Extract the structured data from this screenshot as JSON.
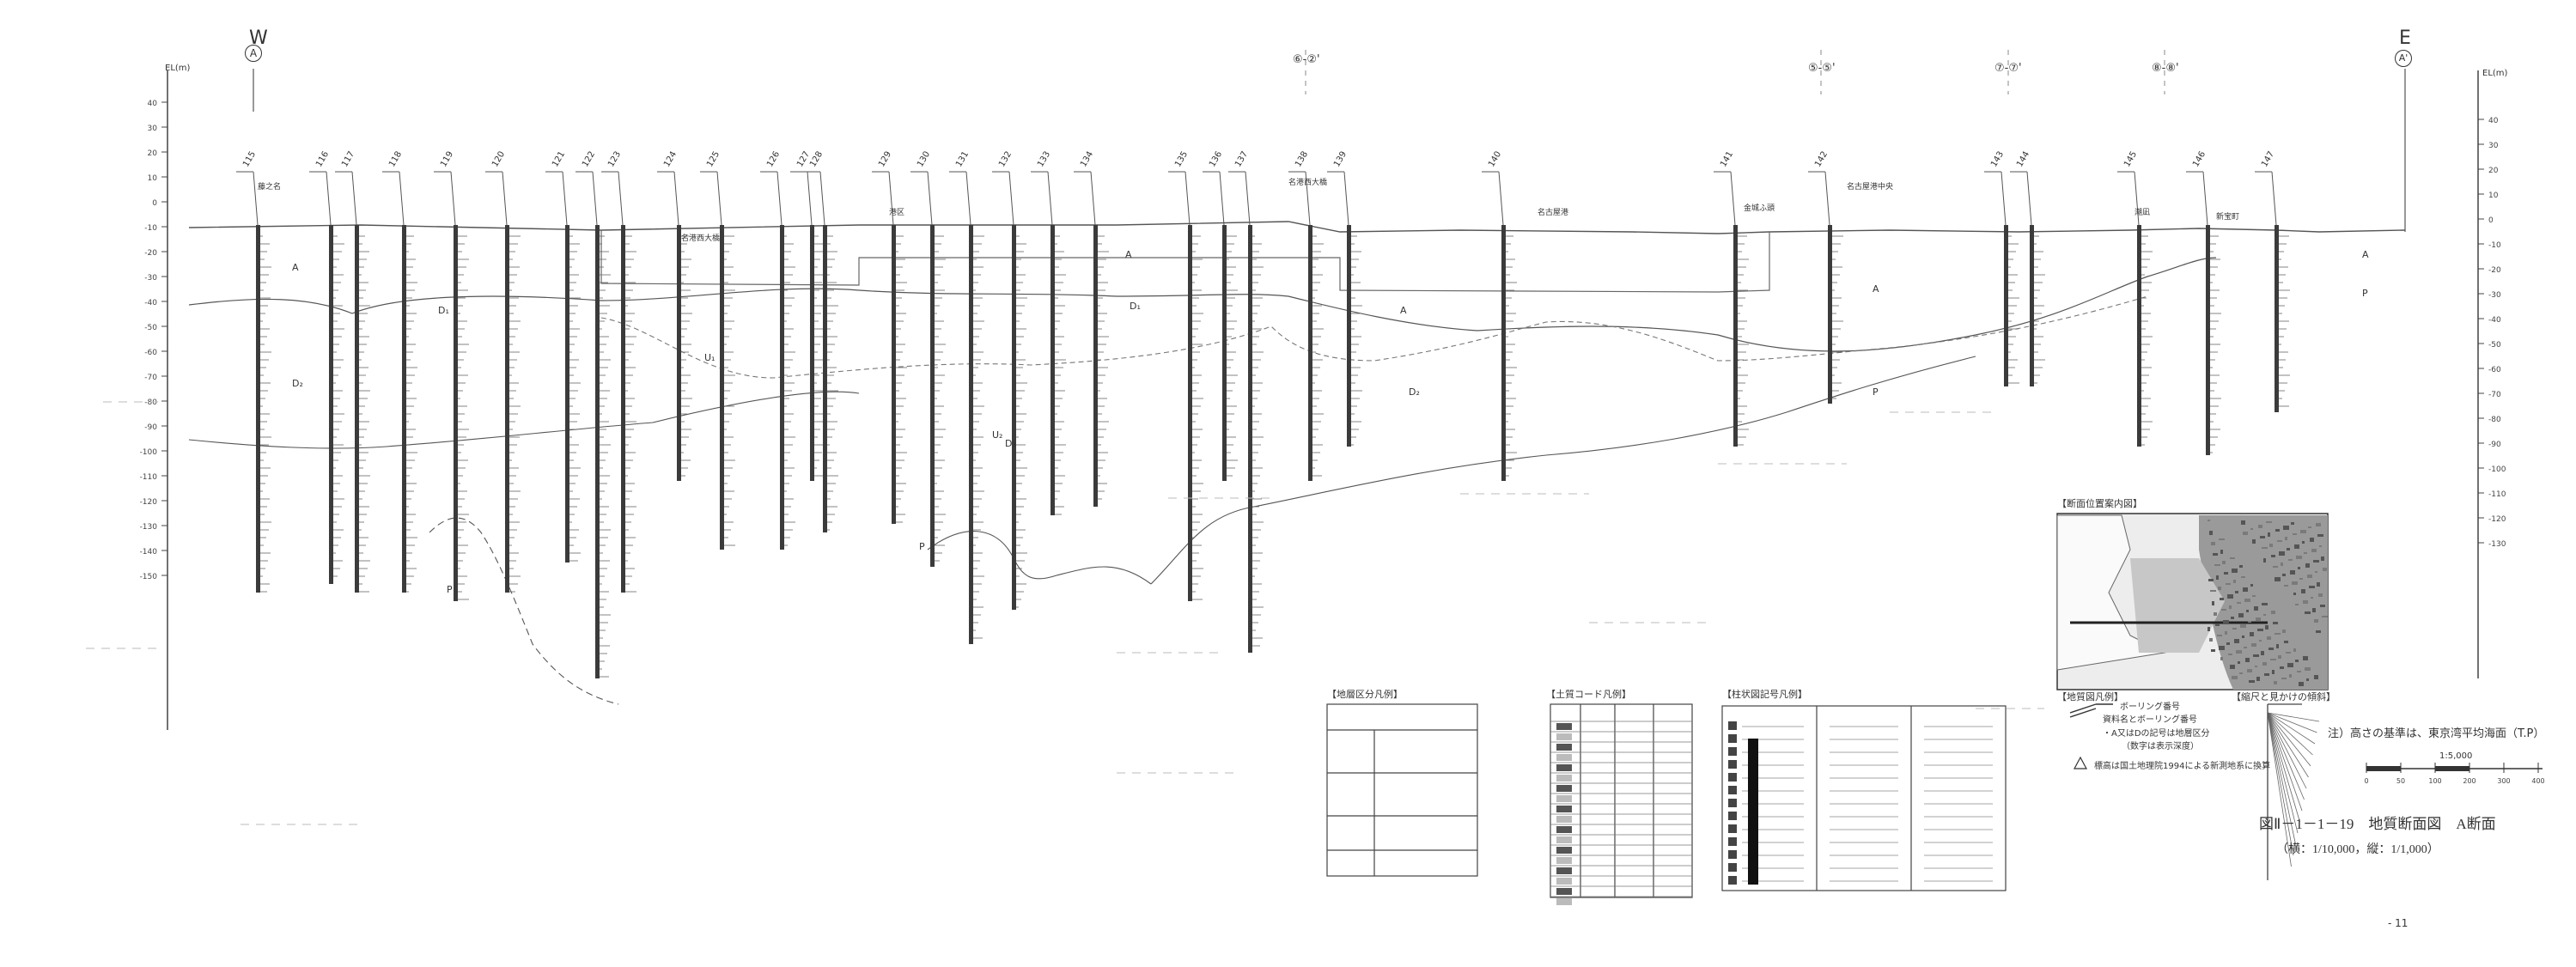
{
  "header": {
    "west_mark": "W",
    "west_point": "A",
    "east_mark": "E",
    "east_point": "A'",
    "elev_unit": "EL(m)"
  },
  "axis": {
    "left_ticks": [
      "40",
      "30",
      "20",
      "10",
      "0",
      "-10",
      "-20",
      "-30",
      "-40",
      "-50",
      "-60",
      "-70",
      "-80",
      "-90",
      "-100",
      "-110",
      "-120",
      "-130",
      "-140",
      "-150"
    ],
    "right_ticks": [
      "40",
      "30",
      "20",
      "10",
      "0",
      "-10",
      "-20",
      "-30",
      "-40",
      "-50",
      "-60",
      "-70",
      "-80",
      "-90",
      "-100",
      "-110",
      "-120",
      "-130"
    ]
  },
  "section_marks": [
    "⑥-②'",
    "⑤-⑤'",
    "⑦-⑦'",
    "⑧-⑧'"
  ],
  "boreholes": [
    "115",
    "116",
    "117",
    "118",
    "119",
    "120",
    "121",
    "122",
    "123",
    "124",
    "125",
    "126",
    "127",
    "128",
    "129",
    "130",
    "131",
    "132",
    "133",
    "134",
    "135",
    "136",
    "137",
    "138",
    "139",
    "140",
    "141",
    "142",
    "143",
    "144",
    "145",
    "146",
    "147"
  ],
  "strata": [
    "A",
    "D₁",
    "U₁",
    "D₂",
    "P",
    "A",
    "D₁",
    "A",
    "D₂",
    "U₂",
    "D₃",
    "P",
    "A",
    "P",
    "A",
    "P"
  ],
  "place_labels": [
    "藤之名",
    "名港西大橋",
    "名港西大橋",
    "港区",
    "名古屋港",
    "金城ふ頭",
    "名古屋港中央",
    "潮凪",
    "新宝町"
  ],
  "legends": {
    "strata_legend": "【地層区分凡例】",
    "soil_code": "【土質コード凡例】",
    "symbols": "【柱状図記号凡例】",
    "location_map": "【断面位置案内図】",
    "boring_legend": "【地質図凡例】",
    "scale_legend": "【縮尺と見かけの傾斜】"
  },
  "boring_notes": [
    "ボーリング番号",
    "資料名とボーリング番号",
    "・A又はDの記号は地層区分",
    "（数字は表示深度）",
    "標高は国土地理院1994による新測地系に換算"
  ],
  "datum_note": "注）高さの基準は、東京湾平均海面（T.P）",
  "scale_bar": {
    "label": "1:5,000",
    "ticks": [
      "0",
      "50",
      "100",
      "200",
      "300",
      "400"
    ]
  },
  "figure_title": "図Ⅱ－1－1－19　地質断面図　A断面",
  "figure_scale": "（横：1/10,000，縦：1/1,000）",
  "page_number": "- 11"
}
